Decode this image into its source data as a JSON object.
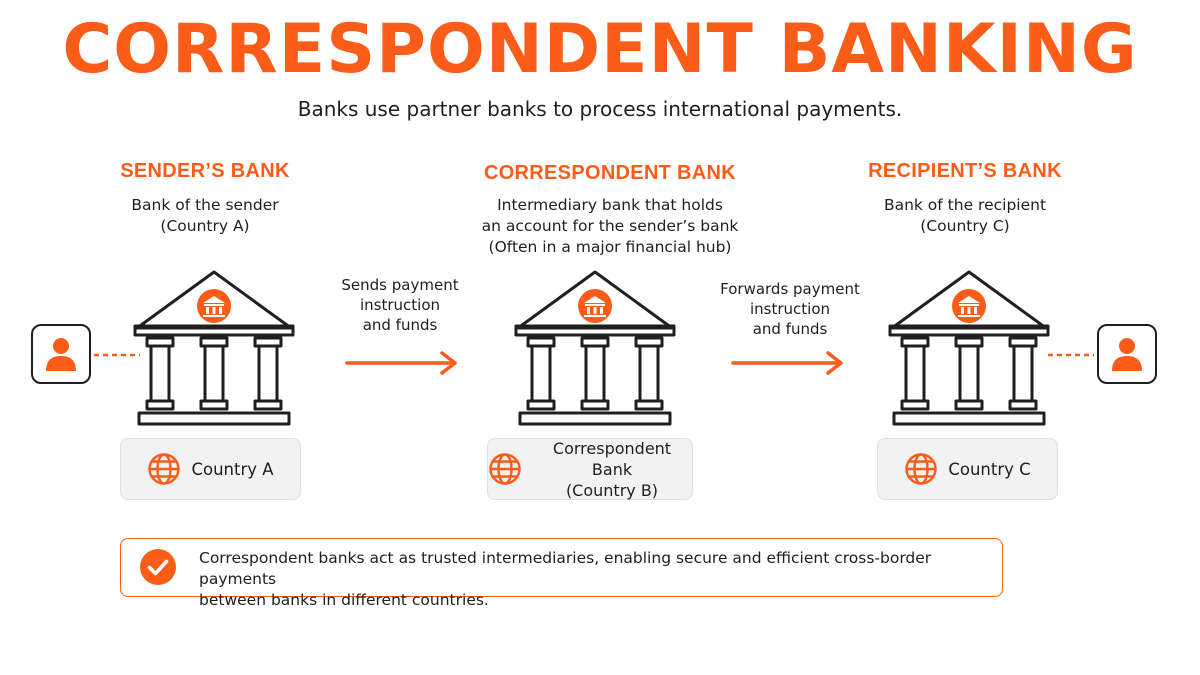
{
  "title": "CORRESPONDENT BANKING",
  "subtitle": "Banks use partner banks to process international payments.",
  "columns": {
    "sender": {
      "title": "SENDER’S BANK",
      "desc_line1": "Bank of the sender",
      "desc_line2": "(Country A)",
      "country_label": "Country A"
    },
    "correspondent": {
      "title": "CORRESPONDENT BANK",
      "desc_line1": "Intermediary bank that holds",
      "desc_line2": "an account for the sender’s bank",
      "desc_line3": "(Often in a major financial hub)",
      "country_line1": "Correspondent Bank",
      "country_line2": "(Country B)"
    },
    "recipient": {
      "title": "RECIPIENT’S BANK",
      "desc_line1": "Bank of the recipient",
      "desc_line2": "(Country C)",
      "country_label": "Country C"
    }
  },
  "arrows": {
    "first": {
      "line1": "Sends payment",
      "line2": "instruction",
      "line3": "and funds"
    },
    "second": {
      "line1": "Forwards payment",
      "line2": "instruction",
      "line3": "and funds"
    }
  },
  "note": {
    "line1": "Correspondent banks act as trusted intermediaries, enabling secure and efficient cross-border payments",
    "line2": "between banks in different countries."
  },
  "icons": {
    "bank": "bank-building-icon",
    "emblem": "bank-emblem-icon",
    "globe": "globe-icon",
    "person": "person-icon",
    "check": "check-circle-icon",
    "arrow": "arrow-right-icon"
  },
  "colors": {
    "accent": "#fb5d18",
    "text": "#1f1f1f",
    "box_bg": "#f2f2f2"
  }
}
